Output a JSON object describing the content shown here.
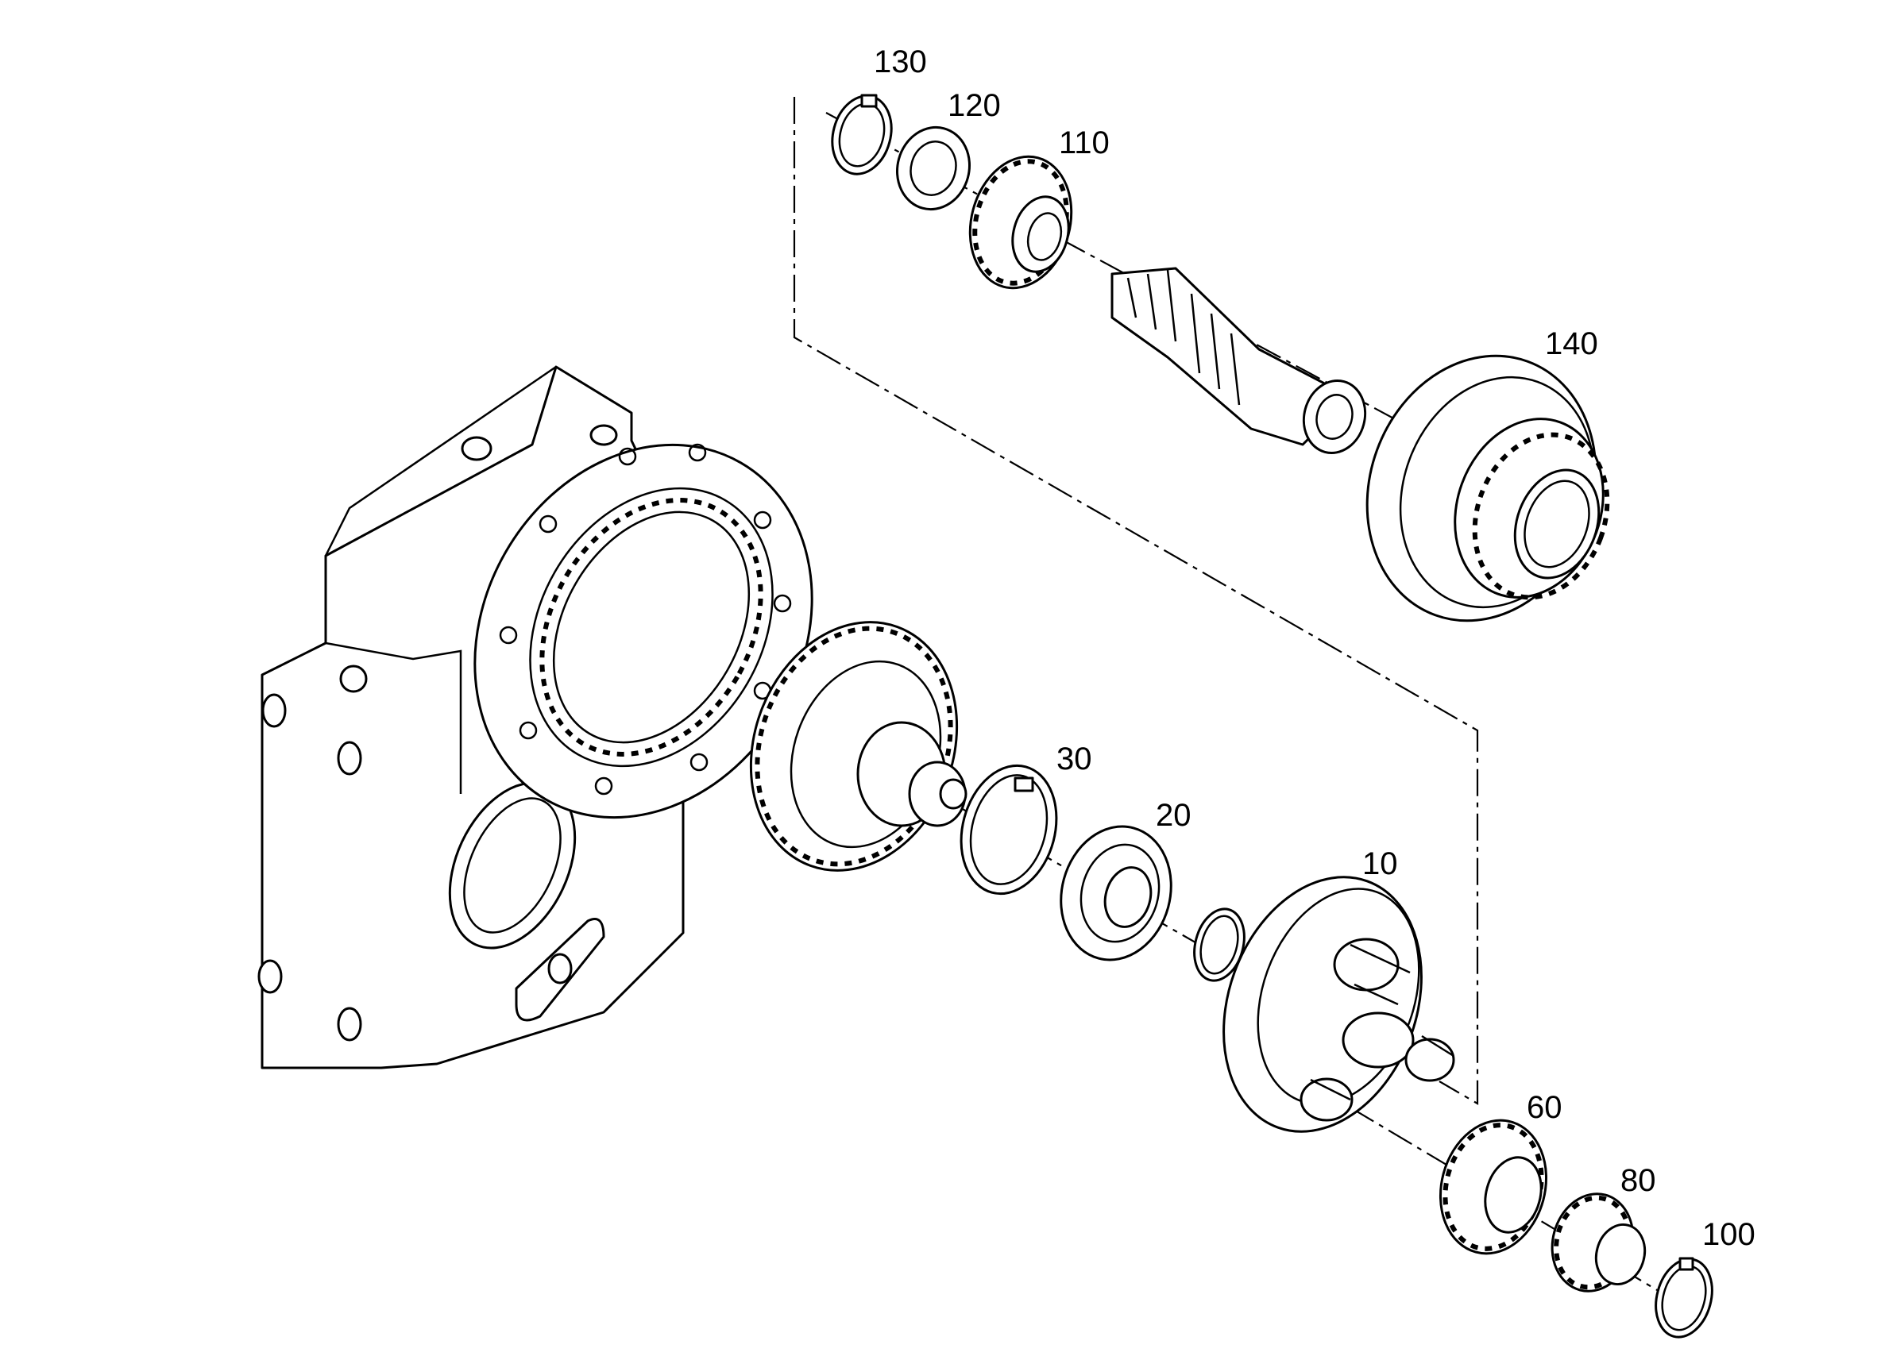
{
  "diagram": {
    "type": "exploded-parts-view",
    "line_color": "#000000",
    "background": "#ffffff"
  },
  "callouts": {
    "c130": "130",
    "c120": "120",
    "c110": "110",
    "c140": "140",
    "c30": "30",
    "c20": "20",
    "c10": "10",
    "c60": "60",
    "c80": "80",
    "c100": "100"
  }
}
